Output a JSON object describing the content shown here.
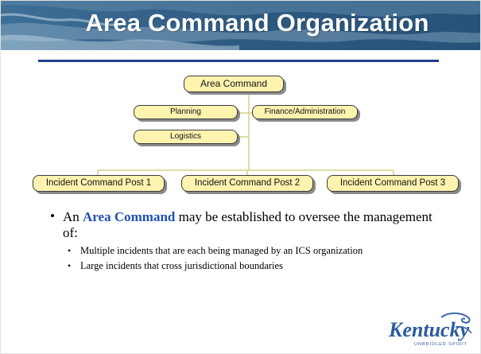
{
  "header": {
    "title": "Area Command Organization"
  },
  "org_chart": {
    "top": "Area Command",
    "staff_left": [
      "Planning",
      "Logistics"
    ],
    "staff_right": [
      "Finance/Administration"
    ],
    "incident_posts": [
      "Incident Command Post 1",
      "Incident Command Post 2",
      "Incident Command Post 3"
    ]
  },
  "body": {
    "main_prefix": "An ",
    "main_highlight": "Area Command",
    "main_suffix": " may be established to oversee the management of:",
    "sub_bullets": [
      "Multiple incidents that are each being managed by an ICS organization",
      "Large incidents that cross jurisdictional boundaries"
    ]
  },
  "logo": {
    "name": "Kentucky",
    "tagline": "UNBRIDLED SPIRIT"
  },
  "colors": {
    "header_wave": "#2f5f86",
    "rule": "#1f3f8c",
    "box_fill": "#fff3b0",
    "highlight": "#1f4fb4",
    "connector": "#d6d08a"
  }
}
